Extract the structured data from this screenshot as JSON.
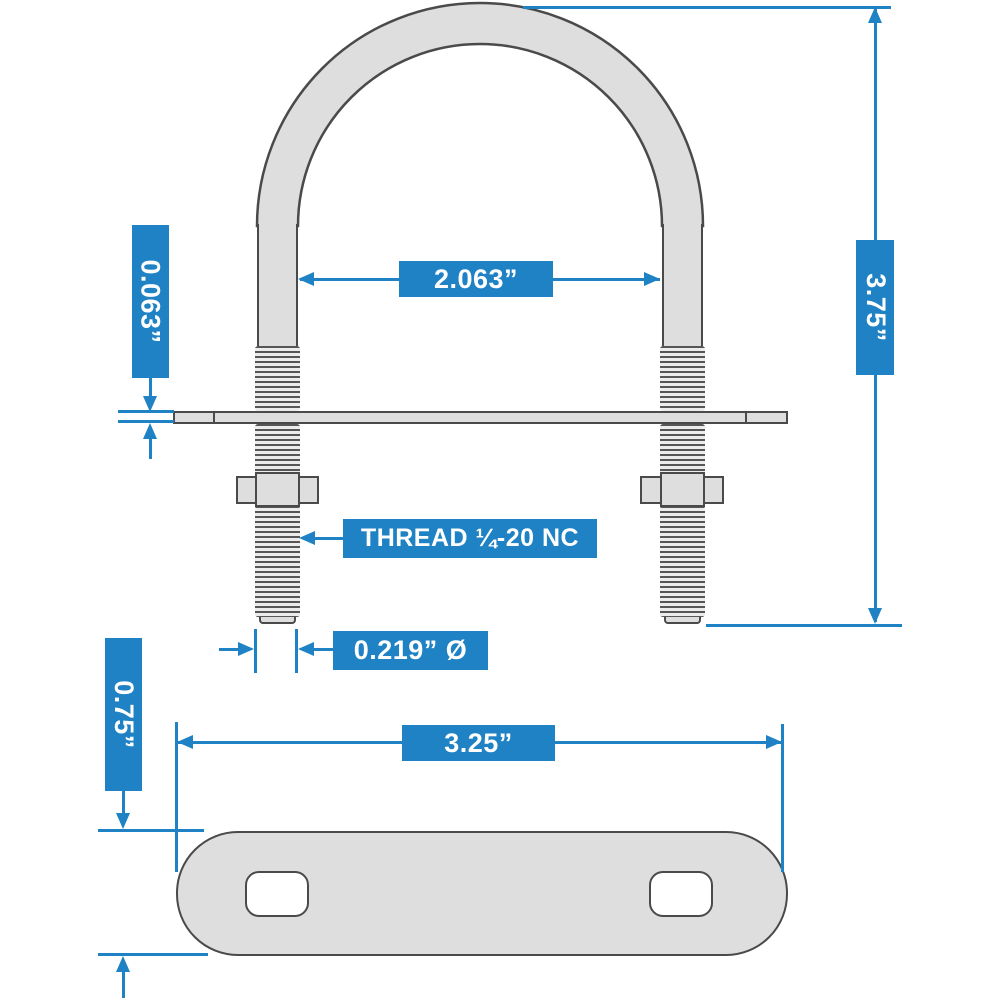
{
  "labels": {
    "inner_width": "2.063”",
    "plate_thickness": "0.063”",
    "overall_height": "3.75”",
    "thread_spec": "THREAD ¼-20 NC",
    "rod_diameter": "0.219” Ø",
    "plate_height": "0.75”",
    "plate_length": "3.25”"
  },
  "colors": {
    "accent": "#1f82c4",
    "metal_fill": "#dedede",
    "metal_outline": "#4a4a4a",
    "thread_line": "#565656",
    "background": "#ffffff"
  }
}
